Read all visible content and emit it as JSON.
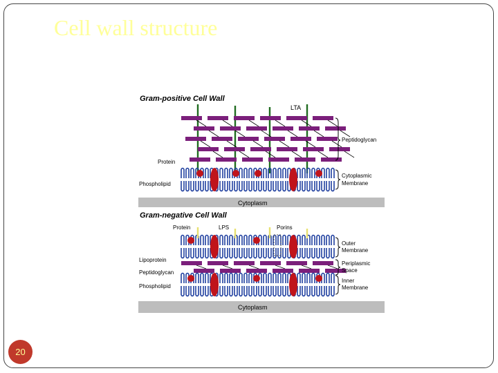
{
  "slide": {
    "title": "Cell wall structure",
    "page_number": "20"
  },
  "diagram": {
    "gram_positive": {
      "title": "Gram-positive Cell Wall",
      "labels": {
        "lta": "LTA",
        "peptidoglycan": "Peptidoglycan",
        "protein": "Protein",
        "phospholipid": "Phospholipid",
        "cytoplasmic_membrane_1": "Cytoplasmic",
        "cytoplasmic_membrane_2": "Membrane",
        "cytoplasm": "Cytoplasm"
      }
    },
    "gram_negative": {
      "title": "Gram-negative Cell Wall",
      "labels": {
        "protein": "Protein",
        "lps": "LPS",
        "porins": "Porins",
        "lipoprotein": "Lipoprotein",
        "peptidoglycan": "Peptidoglycan",
        "phospholipid": "Phospholipid",
        "outer_membrane_1": "Outer",
        "outer_membrane_2": "Membrane",
        "periplasmic_space_1": "Periplasmic",
        "periplasmic_space_2": "Space",
        "inner_membrane_1": "Inner",
        "inner_membrane_2": "Membrane",
        "cytoplasm": "Cytoplasm"
      }
    },
    "colors": {
      "peptidoglycan": "#7b1f7b",
      "membrane": "#1f3f9f",
      "protein": "#c0141b",
      "lta": "#1f6b1f",
      "lps": "#e8e070",
      "cytoplasm_band": "#bdbdbd"
    }
  }
}
